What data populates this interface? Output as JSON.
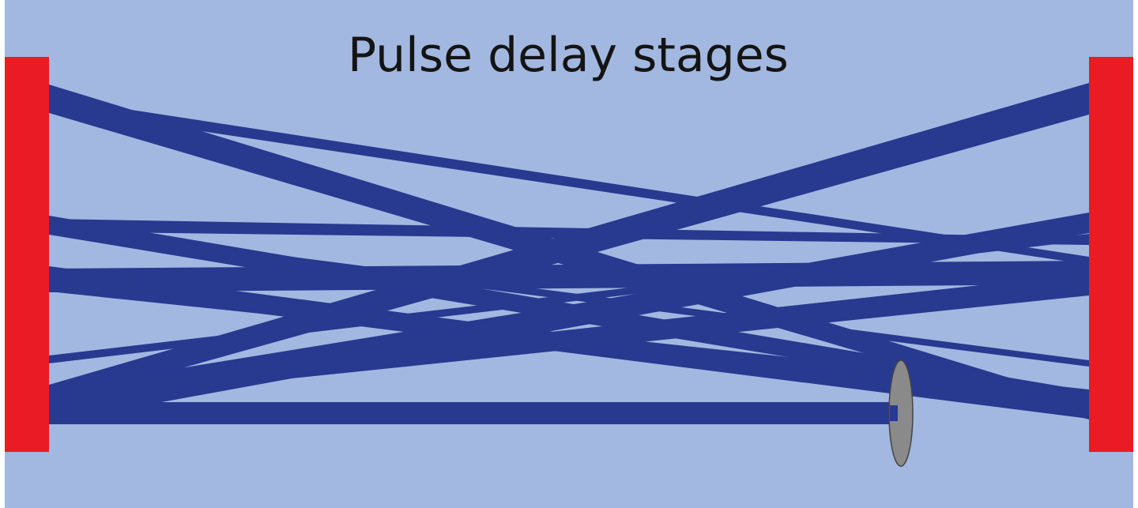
{
  "title": "Pulse delay stages",
  "colors": {
    "panel_background": "#a3b8e0",
    "mirror": "#ea1b24",
    "beam": "#283990",
    "pickoff_mirror": "#8a8a8a",
    "pickoff_outline": "#444444"
  },
  "components": {
    "left_mirror": "mirror",
    "right_mirror": "mirror",
    "pickoff_mirror": "pickoff-mirror"
  }
}
